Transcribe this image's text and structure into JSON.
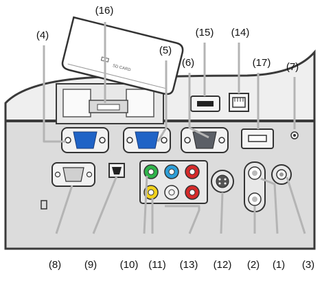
{
  "labels": {
    "l16": "(16)",
    "l4": "(4)",
    "l5": "(5)",
    "l15": "(15)",
    "l14": "(14)",
    "l7": "(7)",
    "l6": "(6)",
    "l17": "(17)",
    "l8": "(8)",
    "l9": "(9)",
    "l10": "(10)",
    "l11": "(11)",
    "l13": "(13)",
    "l12": "(12)",
    "l2": "(2)",
    "l1": "(1)",
    "l3": "(3)"
  },
  "sd_card_text": "SD CARD",
  "colors": {
    "panel": "#e2e2e2",
    "panel_edge": "#9a9a9a",
    "leader": "#b4b4b4",
    "port_blue": "#1f63c6",
    "port_gray": "#5b5f66",
    "rca_green": "#2fb44a",
    "rca_blue": "#2c9fd8",
    "rca_red": "#d62a2a",
    "rca_yellow": "#f2d21b",
    "rca_white": "#f0f0f0"
  }
}
